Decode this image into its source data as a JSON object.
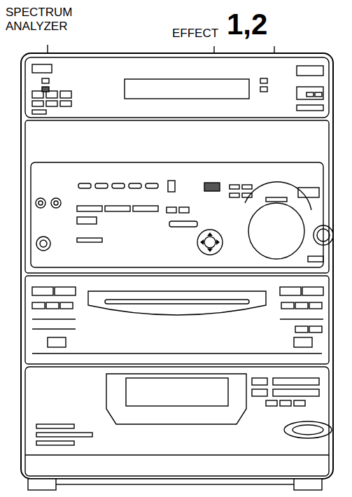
{
  "diagram": {
    "labels": [
      "SPECTRUM ANALYZER",
      "EFFECT",
      "1,2"
    ]
  }
}
